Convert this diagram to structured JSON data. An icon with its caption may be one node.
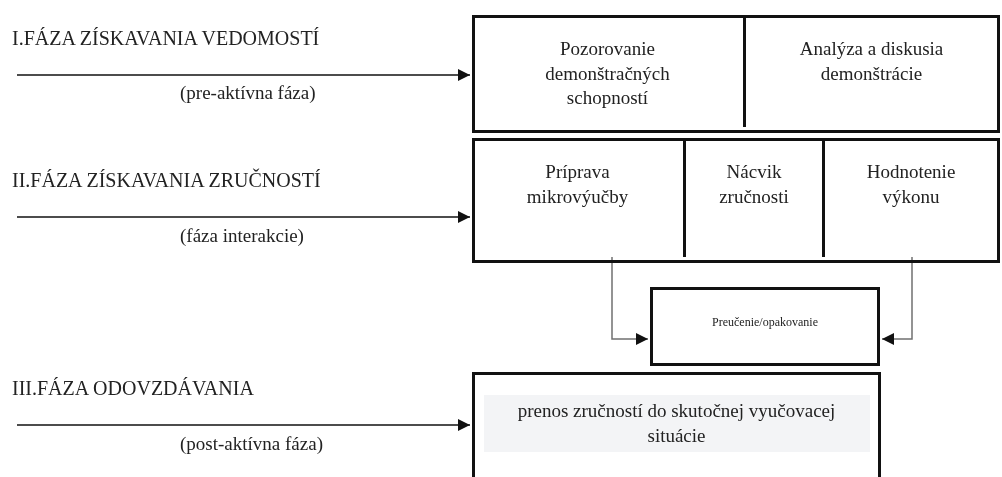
{
  "diagram": {
    "nodes": [
      {
        "text": [],
        "shape": "box"
      },
      {
        "text": [
          "Pozorovanie demonštračných schopností"
        ],
        "in": 0
      },
      {
        "text": [
          "Analýza a diskusia demonštrácie"
        ],
        "in": 0
      },
      {
        "text": [],
        "shape": "box"
      },
      {
        "text": [
          "Príprava mikrovýučby"
        ],
        "in": 3
      },
      {
        "text": [
          "Nácvik zručnosti"
        ],
        "in": 3
      },
      {
        "text": [
          "Hodnotenie výkonu"
        ],
        "in": 3
      },
      {
        "text": [
          "Preučenie/opakovanie"
        ]
      },
      {
        "text": [
          "prenos zručností do skutočnej vyučovacej situácie"
        ]
      }
    ],
    "edges": [
      {
        "from": null,
        "to": 0,
        "arrow": "to",
        "label": "I.FÁZA ZÍSKAVANIA VEDOMOSTÍ"
      },
      {
        "from": null,
        "to": 3,
        "arrow": "to",
        "label": "II.FÁZA ZÍSKAVANIA ZRUČNOSTÍ"
      },
      {
        "from": null,
        "to": 8,
        "arrow": "to",
        "label": "III.FÁZA ODOVZDÁVANIA"
      },
      {
        "from": 4,
        "to": 7,
        "arrow": "to",
        "color": "#707070"
      },
      {
        "from": 6,
        "to": 7,
        "arrow": "to",
        "color": "#707070"
      }
    ],
    "labels": [
      "(pre-aktívna fáza)",
      "(fáza interakcie)",
      "(post-aktívna fáza)"
    ]
  }
}
